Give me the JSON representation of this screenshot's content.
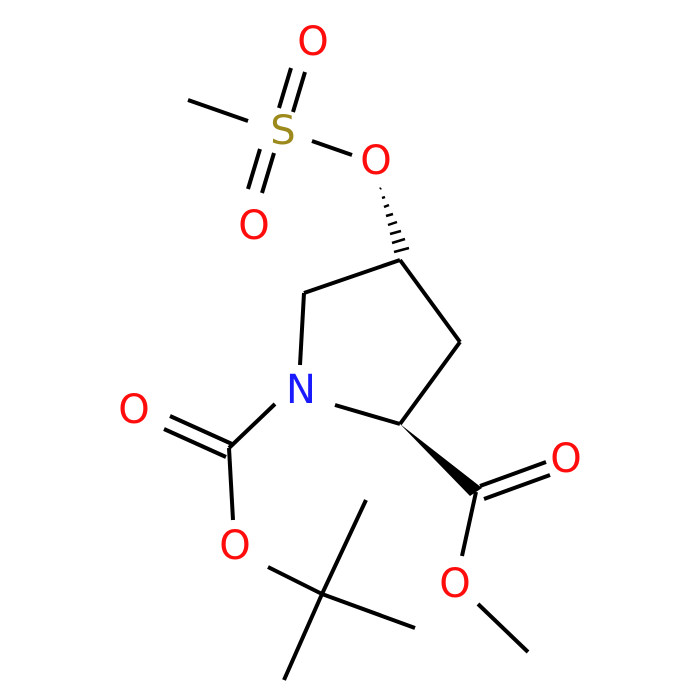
{
  "colors": {
    "bond": "#000000",
    "oxygen": "#ff0d0d",
    "nitrogen": "#1a1aff",
    "sulfur": "#9d8a1c"
  },
  "atoms": {
    "sulfonyl_o_top": "O",
    "sulfur": "S",
    "sulfonyl_o_bottom": "O",
    "ester_o_mesylate": "O",
    "nitrogen": "N",
    "boc_carbonyl_o": "O",
    "boc_ester_o": "O",
    "methyl_ester_carbonyl_o": "O",
    "methyl_ester_o": "O"
  }
}
